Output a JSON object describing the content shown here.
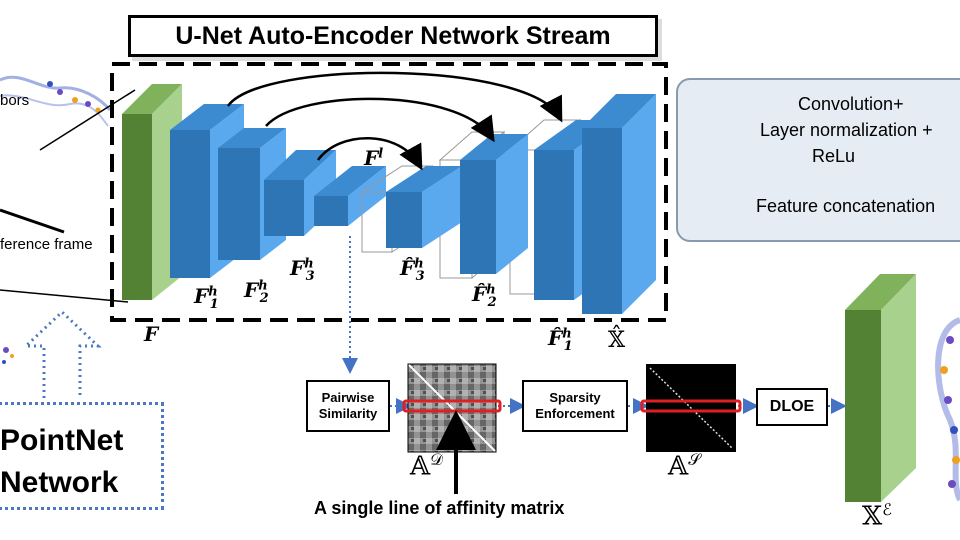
{
  "title": "U-Net Auto-Encoder Network Stream",
  "legend": {
    "conv_line1": "Convolution+",
    "conv_line2": "Layer normalization +",
    "conv_line3": "ReLu",
    "concat": "Feature concatenation"
  },
  "left": {
    "neighbors": "bors",
    "reference_frame": "ference frame",
    "pointnet_line1": "PointNet",
    "pointnet_line2": "Network"
  },
  "features": {
    "F": "F",
    "F1h": "F",
    "F2h": "F",
    "F3h": "F",
    "Fl": "F",
    "F3h_hat": "F̂",
    "F2h_hat": "F̂",
    "F1h_hat": "F̂",
    "X_hat": "𝕏̂",
    "sup_h": "h",
    "sup_l": "l",
    "sub_1": "1",
    "sub_2": "2",
    "sub_3": "3"
  },
  "pipeline": {
    "pairwise_line1": "Pairwise",
    "pairwise_line2": "Similarity",
    "sparsity_line1": "Sparsity",
    "sparsity_line2": "Enforcement",
    "dloe": "DLOE",
    "A_D": "𝔸",
    "A_D_sup": "𝒟",
    "A_S": "𝔸",
    "A_S_sup": "𝒮",
    "X_E": "𝕏",
    "X_E_sup": "ℰ",
    "affinity_caption": "A single line of affinity matrix"
  },
  "colors": {
    "block_front": "#2e75b6",
    "block_side": "#5aa9ee",
    "block_top": "#3c8ad0",
    "green_front": "#548235",
    "green_side": "#a9d18e",
    "arrow_blue": "#4472c4",
    "red_band": "#e02020"
  }
}
